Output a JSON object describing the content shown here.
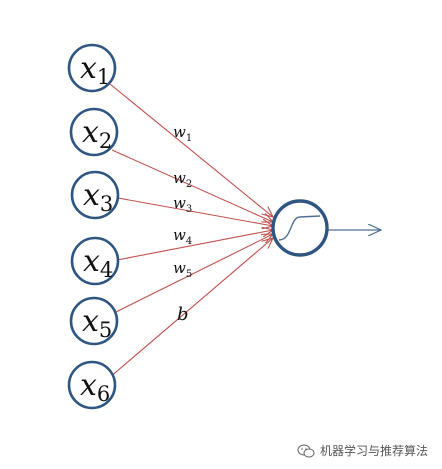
{
  "inputs": [
    {
      "var": "x",
      "sub": "1"
    },
    {
      "var": "x",
      "sub": "2"
    },
    {
      "var": "x",
      "sub": "3"
    },
    {
      "var": "x",
      "sub": "4"
    },
    {
      "var": "x",
      "sub": "5"
    },
    {
      "var": "x",
      "sub": "6"
    }
  ],
  "weights": [
    {
      "var": "w",
      "sub": "1"
    },
    {
      "var": "w",
      "sub": "2"
    },
    {
      "var": "w",
      "sub": "3"
    },
    {
      "var": "w",
      "sub": "4"
    },
    {
      "var": "w",
      "sub": "5"
    }
  ],
  "bias": "b",
  "watermark": "机器学习与推荐算法",
  "colors": {
    "node_stroke": "#2f5681",
    "edge_in": "#c0504d",
    "edge_out": "#4f6f95"
  }
}
